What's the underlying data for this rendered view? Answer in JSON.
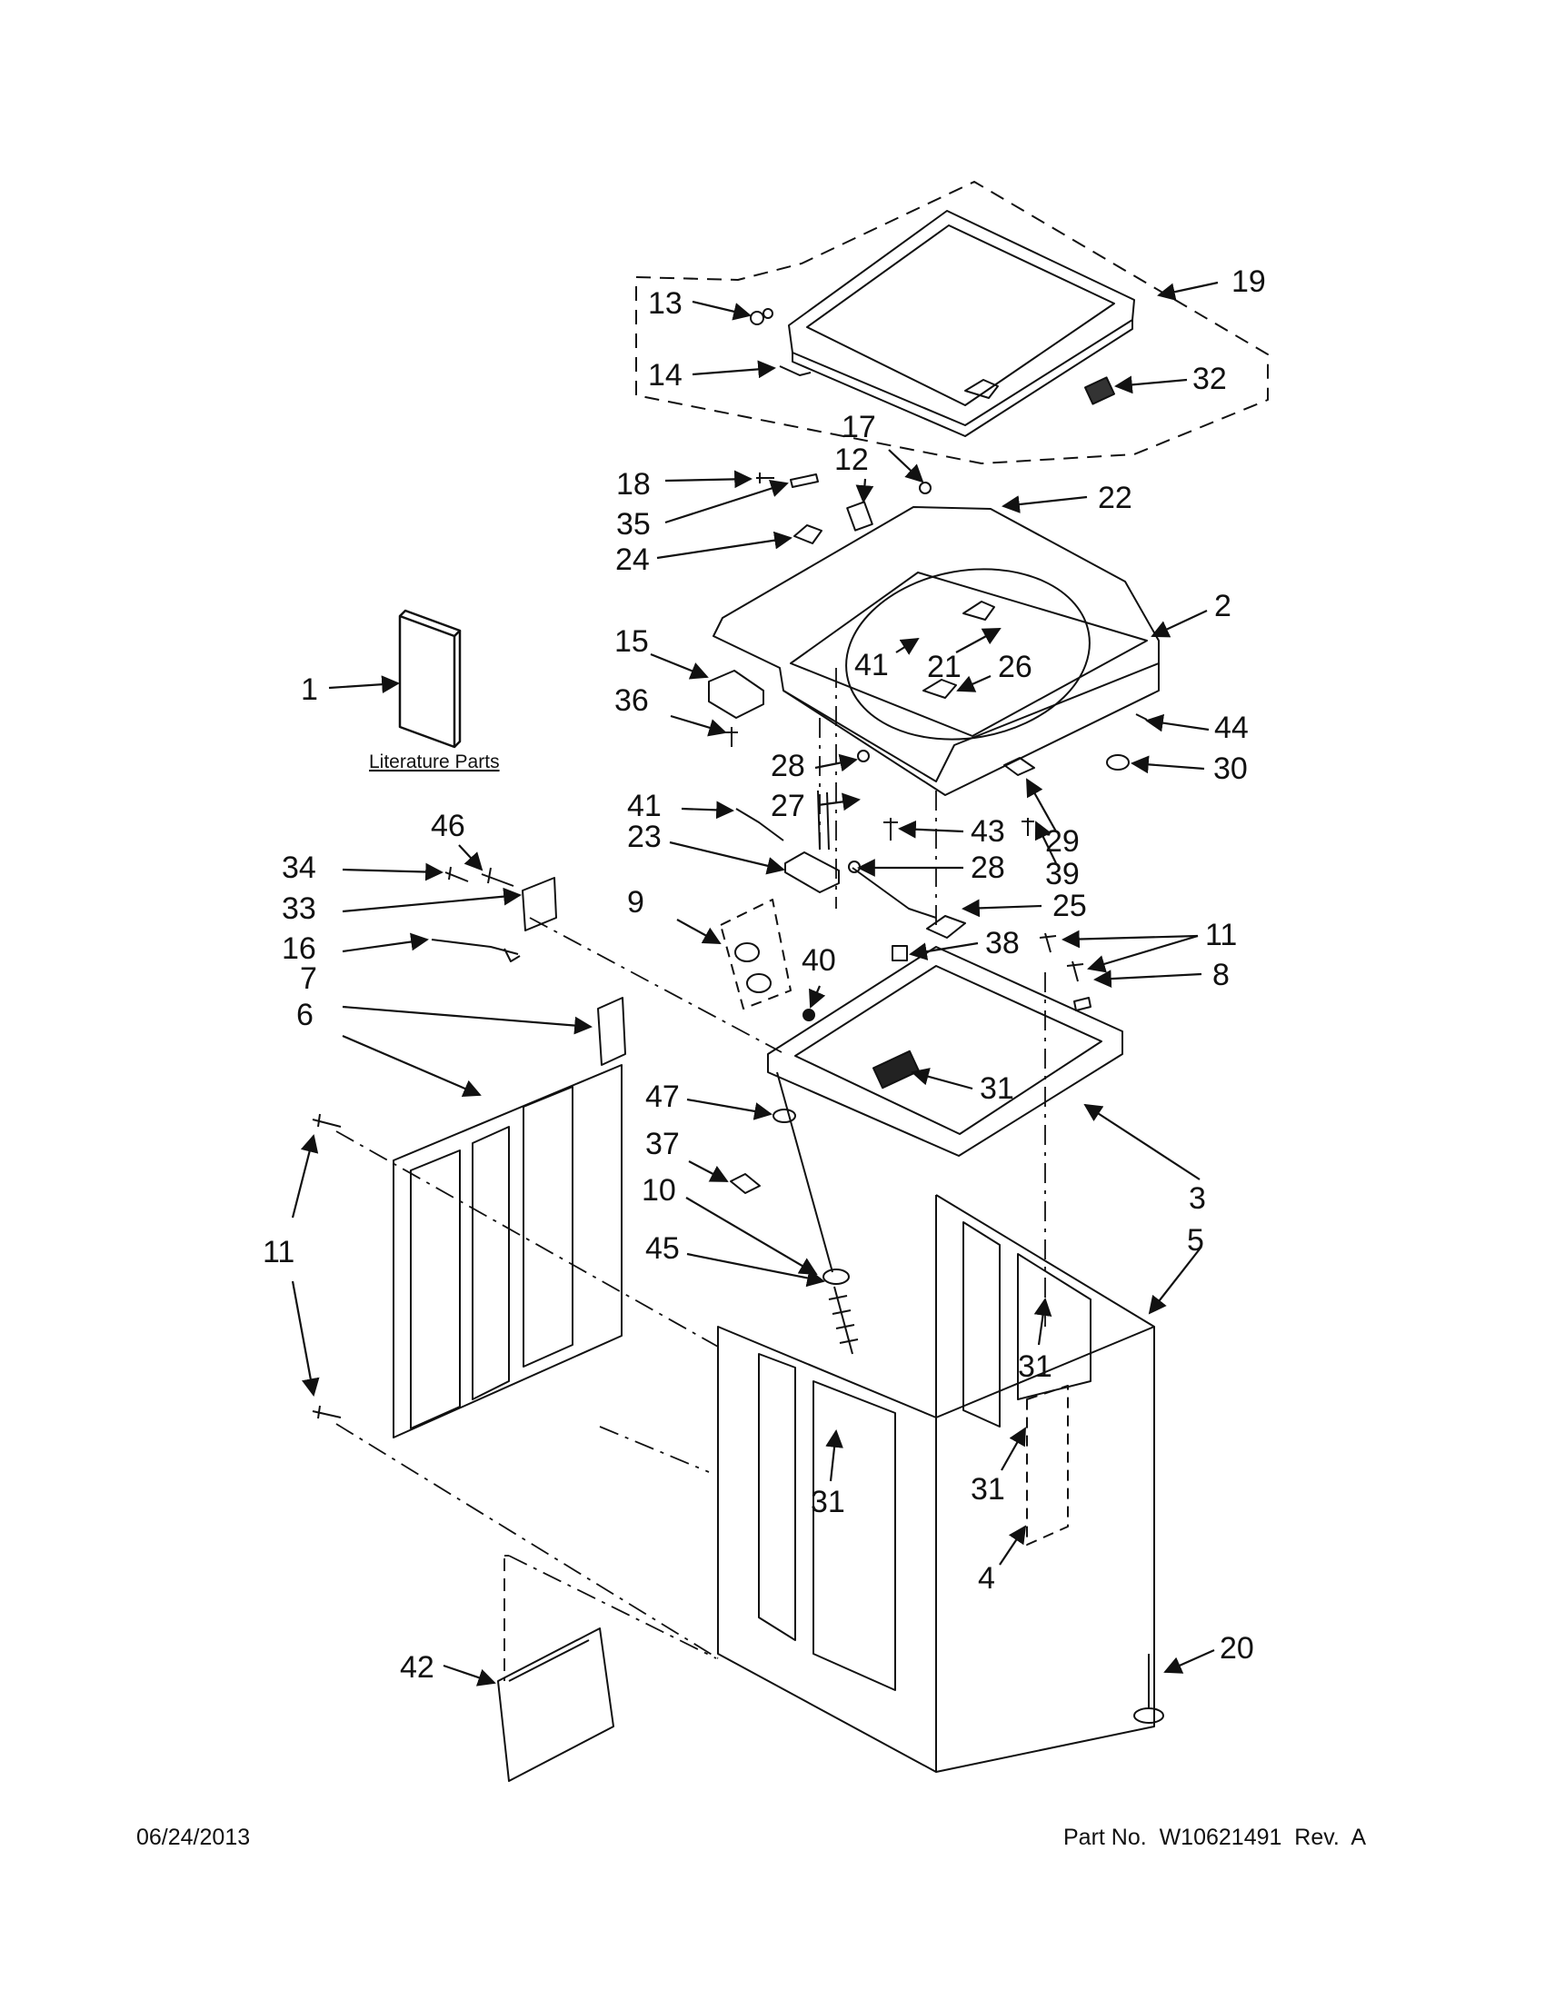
{
  "diagram": {
    "caption": "Literature Parts",
    "callouts": {
      "c1": "1",
      "c2": "2",
      "c3": "3",
      "c4": "4",
      "c5": "5",
      "c6": "6",
      "c7": "7",
      "c8": "8",
      "c9": "9",
      "c10": "10",
      "c11a": "11",
      "c11b": "11",
      "c12": "12",
      "c13": "13",
      "c14": "14",
      "c15": "15",
      "c16": "16",
      "c17": "17",
      "c18": "18",
      "c19": "19",
      "c20": "20",
      "c21": "21",
      "c22": "22",
      "c23": "23",
      "c24": "24",
      "c25": "25",
      "c26": "26",
      "c27": "27",
      "c28a": "28",
      "c28b": "28",
      "c29": "29",
      "c30": "30",
      "c31a": "31",
      "c31b": "31",
      "c31c": "31",
      "c31d": "31",
      "c32": "32",
      "c33": "33",
      "c34": "34",
      "c35": "35",
      "c36": "36",
      "c37": "37",
      "c38": "38",
      "c39": "39",
      "c40": "40",
      "c41a": "41",
      "c41b": "41",
      "c42": "42",
      "c43": "43",
      "c44": "44",
      "c45": "45",
      "c46": "46",
      "c47": "47"
    }
  },
  "footer": {
    "date": "06/24/2013",
    "part": "Part No.  W10621491  Rev.  A"
  }
}
